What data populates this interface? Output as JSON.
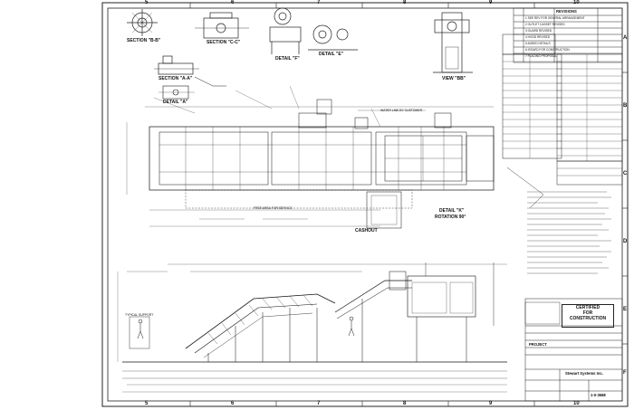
{
  "border": {
    "zone_numbers_top": [
      "5",
      "6",
      "7",
      "8",
      "9",
      "10"
    ],
    "zone_numbers_bottom": [
      "5",
      "6",
      "7",
      "8",
      "9",
      "10"
    ],
    "zone_letters_right": [
      "A",
      "B",
      "C",
      "D",
      "E",
      "F"
    ]
  },
  "revision_table": {
    "header": "REVISIONS",
    "rows": [
      "1  SEE REV FOR GENERAL ARRANGEMENT",
      "2  OUTLET CASSET REVISED",
      "3  GUARD REVISED",
      "4  HOOD REVISED",
      "5  ADDED DETAILS",
      "6  ISSUED FOR CONSTRUCTION",
      "7  PLACING PROPOSAL"
    ]
  },
  "views": {
    "section_bb": "SECTION \"B-B\"",
    "section_aa": "SECTION \"A-A\"",
    "section_cc": "SECTION \"C-C\"",
    "detail_a": "DETAIL \"A\"",
    "detail_f": "DETAIL \"F\"",
    "detail_e": "DETAIL \"E\"",
    "view_bb": "VIEW \"BB\"",
    "detail_k": "DETAIL \"K\"",
    "rotation_90": "ROTATION 90°",
    "cashout": "CASHOUT"
  },
  "stamp": {
    "line1": "CERTIFIED",
    "line2": "FOR",
    "line3": "CONSTRUCTION"
  },
  "title_block": {
    "company": "Stewart Systems Inc.",
    "project_label": "PROJECT",
    "drawing_no": "1-0-3688"
  },
  "annotations": {
    "free_area_for_service": "FREE AREA FOR SERVICE",
    "water_line": "WATER LINE BY CUSTOMER",
    "typical_support": "TYPICAL SUPPORT"
  }
}
